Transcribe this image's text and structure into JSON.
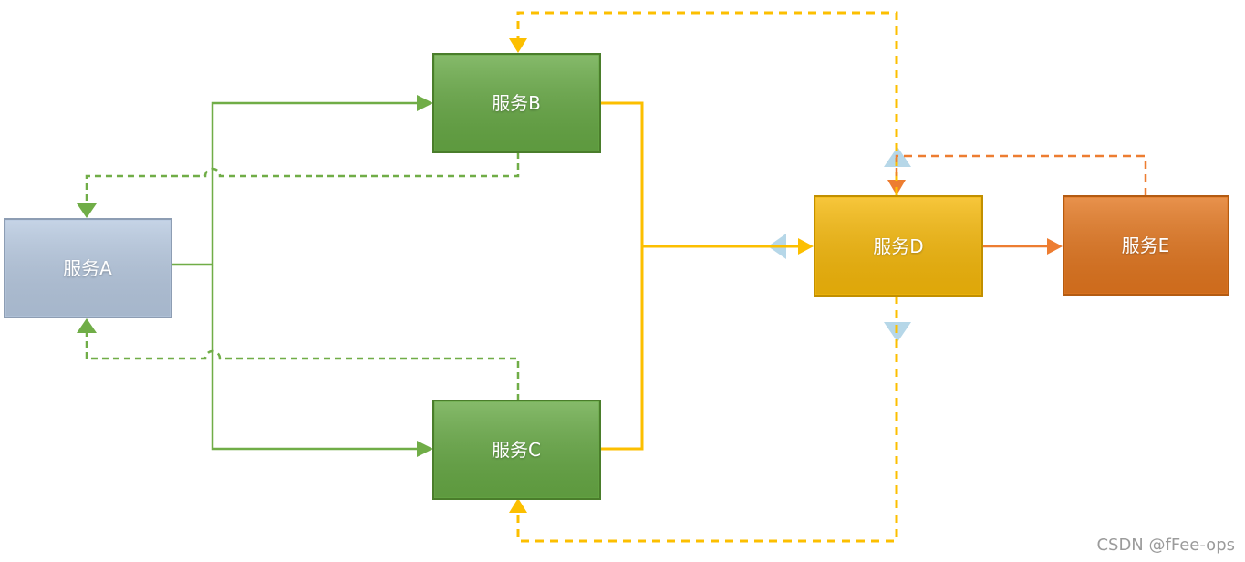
{
  "diagram": {
    "nodes": {
      "a": {
        "label": "服务A",
        "fill": "#b7c9e0",
        "stroke": "#8d9db3"
      },
      "b": {
        "label": "服务B",
        "fill": "#67a945",
        "stroke": "#4a7d2b"
      },
      "c": {
        "label": "服务C",
        "fill": "#67a945",
        "stroke": "#4a7d2b"
      },
      "d": {
        "label": "服务D",
        "fill": "#f5b80a",
        "stroke": "#c18f00"
      },
      "e": {
        "label": "服务E",
        "fill": "#e2761f",
        "stroke": "#b35b12"
      }
    },
    "edges": {
      "a_to_b": {
        "from": "服务A",
        "to": "服务B",
        "line": "solid",
        "color": "#70ad47"
      },
      "a_to_c": {
        "from": "服务A",
        "to": "服务C",
        "line": "solid",
        "color": "#70ad47"
      },
      "b_to_a": {
        "from": "服务B",
        "to": "服务A",
        "line": "dashed",
        "color": "#70ad47"
      },
      "c_to_a": {
        "from": "服务C",
        "to": "服务A",
        "line": "dashed",
        "color": "#70ad47"
      },
      "bc_to_d": {
        "from": "服务B/服务C",
        "to": "服务D",
        "line": "solid",
        "color": "#fcbf00"
      },
      "d_to_b": {
        "from": "服务D",
        "to": "服务B",
        "line": "dashed",
        "color": "#fcbf00"
      },
      "d_to_c": {
        "from": "服务D",
        "to": "服务C",
        "line": "dashed",
        "color": "#fcbf00"
      },
      "d_to_e": {
        "from": "服务D",
        "to": "服务E",
        "line": "solid",
        "color": "#ed7d31"
      },
      "e_to_d": {
        "from": "服务E",
        "to": "服务D",
        "line": "dashed",
        "color": "#ed7d31"
      }
    },
    "reverse_flow_arrow_color": "#aed3e6"
  },
  "watermark": {
    "text": "CSDN @fFee-ops",
    "color": "#9b9b9b"
  }
}
